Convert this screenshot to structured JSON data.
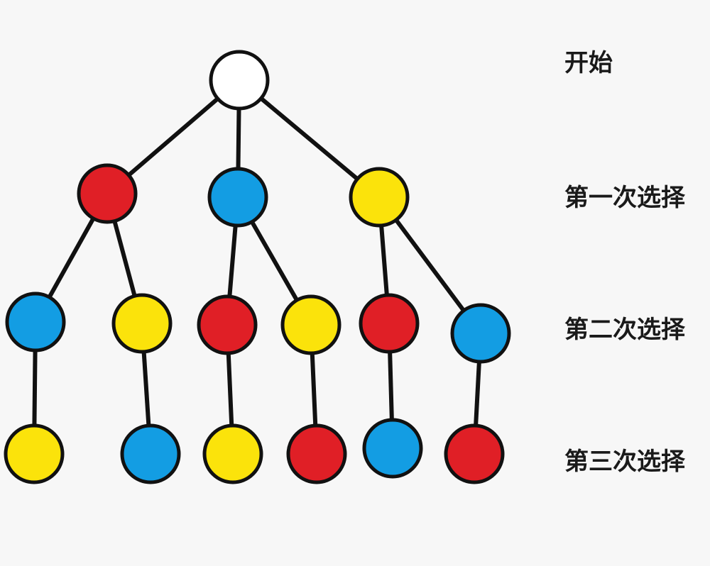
{
  "levels": [
    {
      "label": "开始"
    },
    {
      "label": "第一次选择"
    },
    {
      "label": "第二次选择"
    },
    {
      "label": "第三次选择"
    }
  ],
  "colors": {
    "white": "#ffffff",
    "red": "#e01f26",
    "blue": "#139de3",
    "yellow": "#fbe30b",
    "outline": "#111111",
    "edge": "#111111"
  },
  "tree": {
    "color": "white",
    "children": [
      {
        "color": "red",
        "children": [
          {
            "color": "blue",
            "children": [
              {
                "color": "yellow",
                "children": []
              }
            ]
          },
          {
            "color": "yellow",
            "children": [
              {
                "color": "blue",
                "children": []
              }
            ]
          }
        ]
      },
      {
        "color": "blue",
        "children": [
          {
            "color": "red",
            "children": [
              {
                "color": "yellow",
                "children": []
              }
            ]
          },
          {
            "color": "yellow",
            "children": [
              {
                "color": "red",
                "children": []
              }
            ]
          }
        ]
      },
      {
        "color": "yellow",
        "children": [
          {
            "color": "red",
            "children": [
              {
                "color": "blue",
                "children": []
              }
            ]
          },
          {
            "color": "blue",
            "children": [
              {
                "color": "red",
                "children": []
              }
            ]
          }
        ]
      }
    ]
  }
}
